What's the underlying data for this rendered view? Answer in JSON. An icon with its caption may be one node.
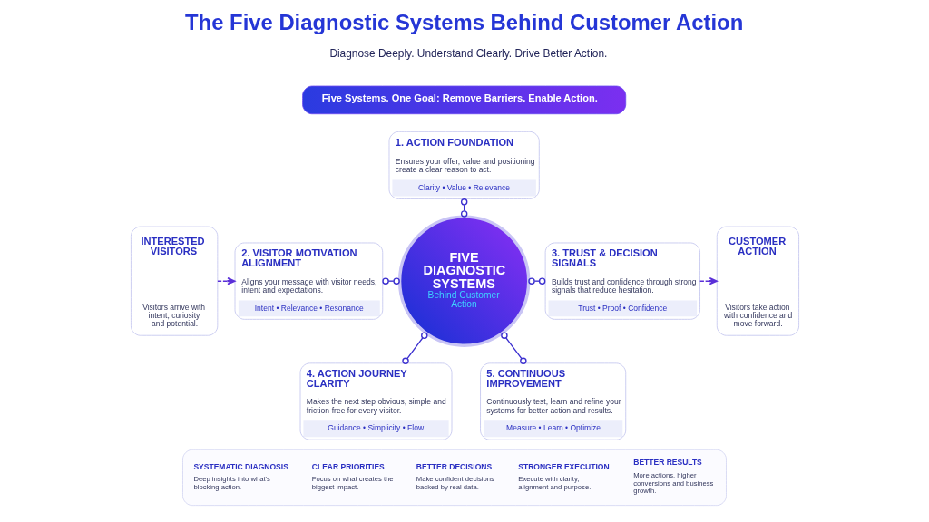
{
  "diagram": {
    "title": "The Five Diagnostic Systems Behind Customer Action",
    "nodes": [
      {
        "text": [
          "Five Systems. One Goal: Remove Barriers. Enable Action."
        ]
      },
      {
        "text": [
          "1. ACTION FOUNDATION",
          "Ensures your offer, value and positioning create a clear reason to act.",
          "Clarity • Value • Relevance"
        ]
      },
      {
        "text": [
          "INTERESTED VISITORS",
          "Visitors arrive with intent, curiosity and potential."
        ]
      },
      {
        "text": [
          "2. VISITOR MOTIVATION ALIGNMENT",
          "Aligns your message with visitor needs, intent and expectations.",
          "Intent • Relevance • Resonance"
        ]
      },
      {
        "text": [
          "FIVE DIAGNOSTIC SYSTEMS",
          "Behind Customer Action"
        ]
      },
      {
        "text": [
          "3. TRUST & DECISION SIGNALS",
          "Builds trust and confidence through strong signals that reduce hesitation.",
          "Trust • Proof • Confidence"
        ]
      },
      {
        "text": [
          "CUSTOMER ACTION",
          "Visitors take action with confidence and move forward."
        ]
      },
      {
        "text": [
          "4. ACTION JOURNEY CLARITY",
          "Makes the next step obvious, simple and friction-free for every visitor.",
          "Guidance • Simplicity • Flow"
        ]
      },
      {
        "text": [
          "5. CONTINUOUS IMPROVEMENT",
          "Continuously test, learn and refine your systems for better action and results.",
          "Measure • Learn • Optimize"
        ]
      },
      {
        "text": [],
        "shape": "box"
      },
      {
        "text": [
          "SYSTEMATIC DIAGNOSIS",
          "Deep insights into what's blocking action."
        ],
        "in": 9
      },
      {
        "text": [
          "CLEAR PRIORITIES",
          "Focus on what creates the biggest impact."
        ],
        "in": 9
      },
      {
        "text": [
          "BETTER DECISIONS",
          "Make confident decisions backed by real data."
        ],
        "in": 9
      },
      {
        "text": [
          "STRONGER EXECUTION",
          "Execute with clarity, alignment and purpose."
        ],
        "in": 9
      },
      {
        "text": [
          "BETTER RESULTS",
          "More actions, higher conversions and business growth."
        ],
        "in": 9
      }
    ],
    "edges": [
      {
        "from": 2,
        "to": 3,
        "arrow": "to",
        "style": "dashed"
      },
      {
        "from": 1,
        "to": 4,
        "arrow": "other"
      },
      {
        "from": 3,
        "to": 4,
        "arrow": "other"
      },
      {
        "from": 4,
        "to": 5,
        "arrow": "other"
      },
      {
        "from": 4,
        "to": 7,
        "arrow": "other"
      },
      {
        "from": 4,
        "to": 8,
        "arrow": "other"
      },
      {
        "from": 5,
        "to": 6,
        "arrow": "to",
        "style": "dashed"
      }
    ],
    "labels": [
      "Diagnose Deeply. Understand Clearly. Drive Better Action."
    ]
  }
}
